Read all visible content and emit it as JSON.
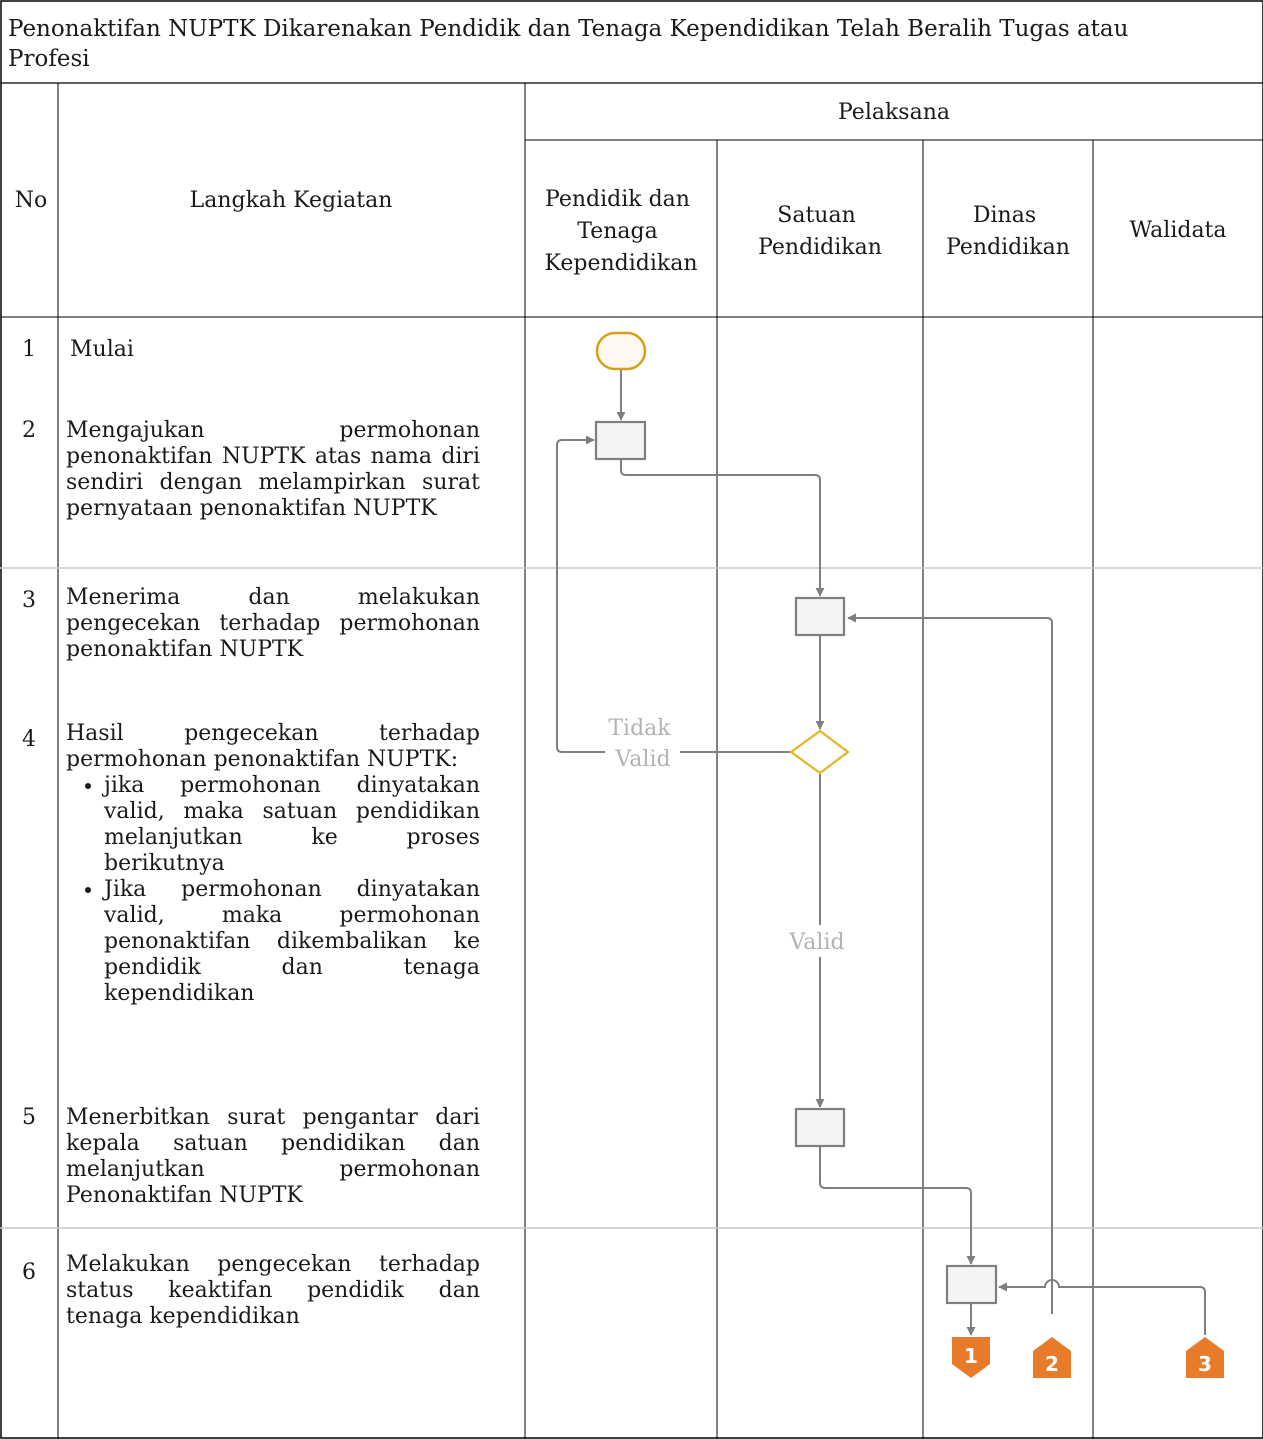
{
  "title": "Penonaktifan NUPTK Dikarenakan Pendidik dan Tenaga Kependidikan Telah Beralih Tugas atau Profesi",
  "headers": {
    "no": "No",
    "langkah": "Langkah Kegiatan",
    "pelaksana": "Pelaksana",
    "lanes": [
      [
        "Pendidik dan",
        "Tenaga",
        "Kependidikan"
      ],
      [
        "Satuan",
        "Pendidikan"
      ],
      [
        "Dinas",
        "Pendidikan"
      ],
      [
        "Walidata"
      ]
    ]
  },
  "steps": [
    {
      "no": "1",
      "text": "Mulai"
    },
    {
      "no": "2",
      "text": "Mengajukan permohonan penonaktifan NUPTK atas nama diri sendiri dengan melampirkan surat pernyataan penonaktifan NUPTK"
    },
    {
      "no": "3",
      "text": "Menerima dan melakukan pengecekan terhadap permohonan penonaktifan NUPTK"
    },
    {
      "no": "4",
      "text": "Hasil pengecekan terhadap permohonan penonaktifan NUPTK:",
      "bullets": [
        "jika permohonan dinyatakan valid, maka satuan pendidikan melanjutkan ke proses berikutnya",
        "Jika permohonan dinyatakan valid, maka permohonan penonaktifan dikembalikan ke pendidik dan tenaga kependidikan"
      ]
    },
    {
      "no": "5",
      "text": "Menerbitkan surat pengantar dari kepala satuan pendidikan dan melanjutkan permohonan Penonaktifan NUPTK"
    },
    {
      "no": "6",
      "text": "Melakukan pengecekan terhadap status keaktifan pendidik dan tenaga kependidikan"
    }
  ],
  "flow_labels": {
    "tidak_valid": [
      "Tidak",
      "Valid"
    ],
    "valid": "Valid"
  },
  "connectors": [
    "1",
    "2",
    "3"
  ],
  "colors": {
    "start_stroke": "#d4a017",
    "start_fill": "#fff8f0",
    "decision_stroke": "#e6b422",
    "process_fill": "#f4f4f4",
    "process_stroke": "#7f7f7f",
    "arrow": "#7f7f7f",
    "connector": "#e87b2a"
  }
}
